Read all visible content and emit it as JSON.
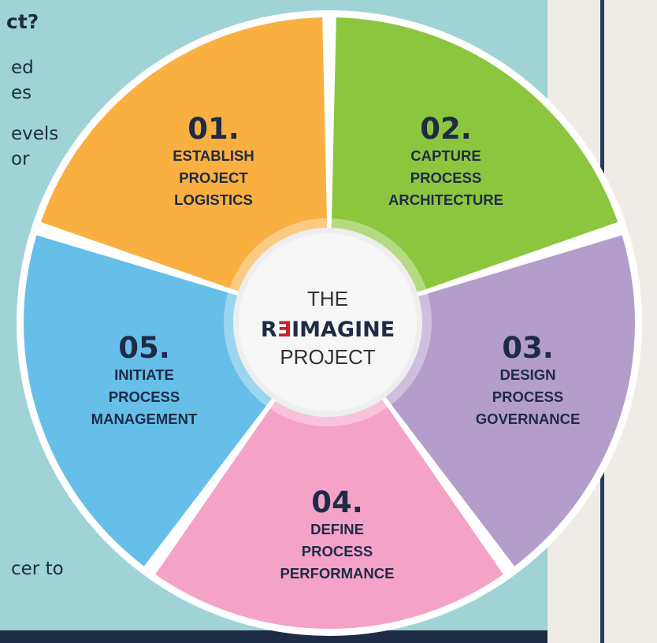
{
  "background_fragments": {
    "heading": "ct?",
    "lines": [
      "ed",
      "es",
      "evels",
      "or",
      "cer to"
    ]
  },
  "center": {
    "line1": "THE",
    "brand_prefix": "R",
    "brand_accent": "Ǝ",
    "brand_suffix": "IMAGINE",
    "line3": "PROJECT"
  },
  "steps": [
    {
      "number": "01.",
      "lines": [
        "ESTABLISH",
        "PROJECT",
        "LOGISTICS"
      ],
      "color": "#f9b041"
    },
    {
      "number": "02.",
      "lines": [
        "CAPTURE",
        "PROCESS",
        "ARCHITECTURE"
      ],
      "color": "#8cc63f"
    },
    {
      "number": "03.",
      "lines": [
        "DESIGN",
        "PROCESS",
        "GOVERNANCE"
      ],
      "color": "#b39dcb"
    },
    {
      "number": "04.",
      "lines": [
        "DEFINE",
        "PROCESS",
        "PERFORMANCE"
      ],
      "color": "#f4a3c7"
    },
    {
      "number": "05.",
      "lines": [
        "INITIATE",
        "PROCESS",
        "MANAGEMENT"
      ],
      "color": "#66bfe9"
    }
  ],
  "colors": {
    "panel_teal": "#9fd3d6",
    "navy": "#1e2b45",
    "brand_red": "#c8202f"
  }
}
